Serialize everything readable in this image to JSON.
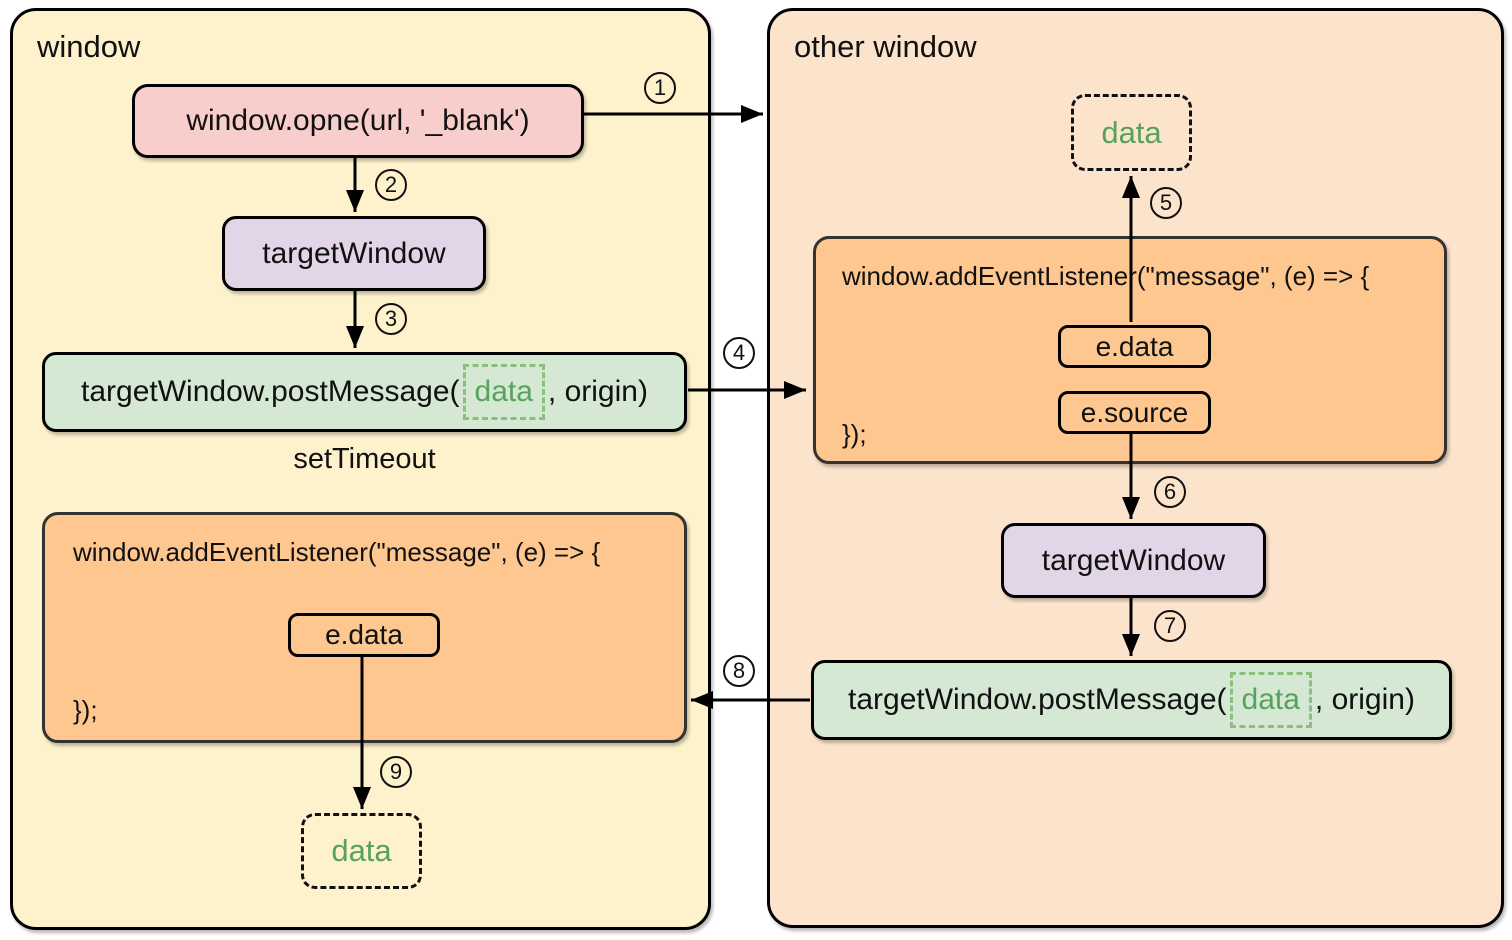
{
  "left_panel": {
    "title": "window",
    "open_call": "window.opne(url, '_blank')",
    "target_window": "targetWindow",
    "post_prefix": "targetWindow.postMessage(",
    "post_data": "data",
    "post_suffix": ", origin)",
    "set_timeout": "setTimeout",
    "listener_header": "window.addEventListener(\"message\", (e) => {",
    "listener_e_data": "e.data",
    "listener_footer": "});",
    "data_label": "data"
  },
  "right_panel": {
    "title": "other window",
    "data_label": "data",
    "listener_header": "window.addEventListener(\"message\", (e) => {",
    "listener_e_data": "e.data",
    "listener_e_source": "e.source",
    "listener_footer": "});",
    "target_window": "targetWindow",
    "post_prefix": "targetWindow.postMessage(",
    "post_data": "data",
    "post_suffix": ", origin)"
  },
  "steps": [
    "1",
    "2",
    "3",
    "4",
    "5",
    "6",
    "7",
    "8",
    "9"
  ],
  "colors": {
    "left_panel_bg": "#FDF2CC",
    "right_panel_bg": "#FCE4CC",
    "pink": "#F8CECC",
    "purple": "#E1D5E7",
    "green": "#D5E8D4",
    "orange": "#FEC78F",
    "data_text": "#58A25D",
    "dashed_green_border": "#8CBE7E"
  }
}
